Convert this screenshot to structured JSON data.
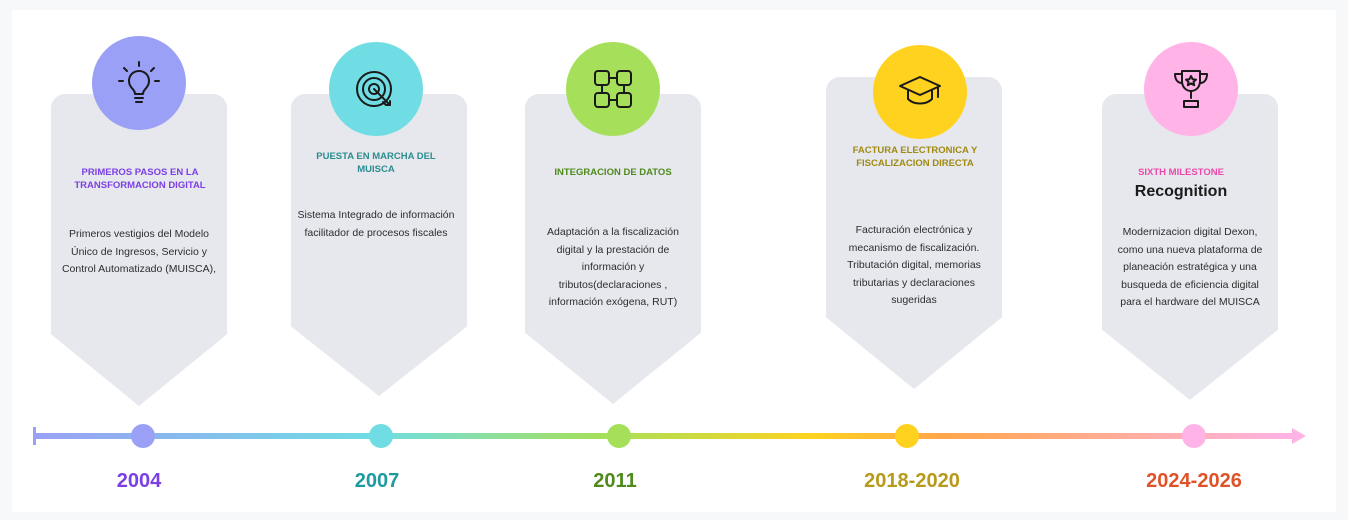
{
  "milestones": [
    {
      "title": "PRIMEROS PASOS EN LA TRANSFORMACION DIGITAL",
      "description": "Primeros vestigios del Modelo Único de Ingresos, Servicio y Control Automatizado (MUISCA),",
      "year": "2004",
      "icon": "lightbulb-icon",
      "color": "#9aa0f5",
      "title_color": "#7b3fe4",
      "year_color": "#7b3fe4"
    },
    {
      "title": "PUESTA EN MARCHA DEL MUISCA",
      "description": "Sistema Integrado de información facilitador de procesos fiscales",
      "year": "2007",
      "icon": "target-icon",
      "color": "#6fdde3",
      "title_color": "#2a8d8f",
      "year_color": "#1e9aa0"
    },
    {
      "title": "INTEGRACION DE DATOS",
      "description": "Adaptación a la fiscalización digital y la prestación de información y tributos(declaraciones , información exógena, RUT)",
      "year": "2011",
      "icon": "handshake-icon",
      "color": "#a6e05a",
      "title_color": "#4e8a1c",
      "year_color": "#4e8a1c"
    },
    {
      "title": "FACTURA ELECTRONICA Y FISCALIZACION DIRECTA",
      "description": "Facturación electrónica y mecanismo de fiscalización. Tributación digital, memorias tributarias y declaraciones sugeridas",
      "year": "2018-2020",
      "icon": "graduation-cap-icon",
      "color": "#ffd21f",
      "title_color": "#a08a10",
      "year_color": "#b89a1a"
    },
    {
      "title": "SIXTH MILESTONE",
      "subtitle": "Recognition",
      "description": "Modernizacion digital Dexon, como una nueva plataforma de planeación estratégica y una busqueda de eficiencia digital para el hardware del MUISCA",
      "year": "2024-2026",
      "icon": "trophy-icon",
      "color": "#ffb3e6",
      "title_color": "#ea4aa8",
      "year_color": "#e0532a"
    }
  ],
  "timeline": {
    "gradient": [
      "#9aa0f5",
      "#6fdde3",
      "#a6e05a",
      "#ffd21f",
      "#ffa64a",
      "#ffb3e6"
    ]
  }
}
